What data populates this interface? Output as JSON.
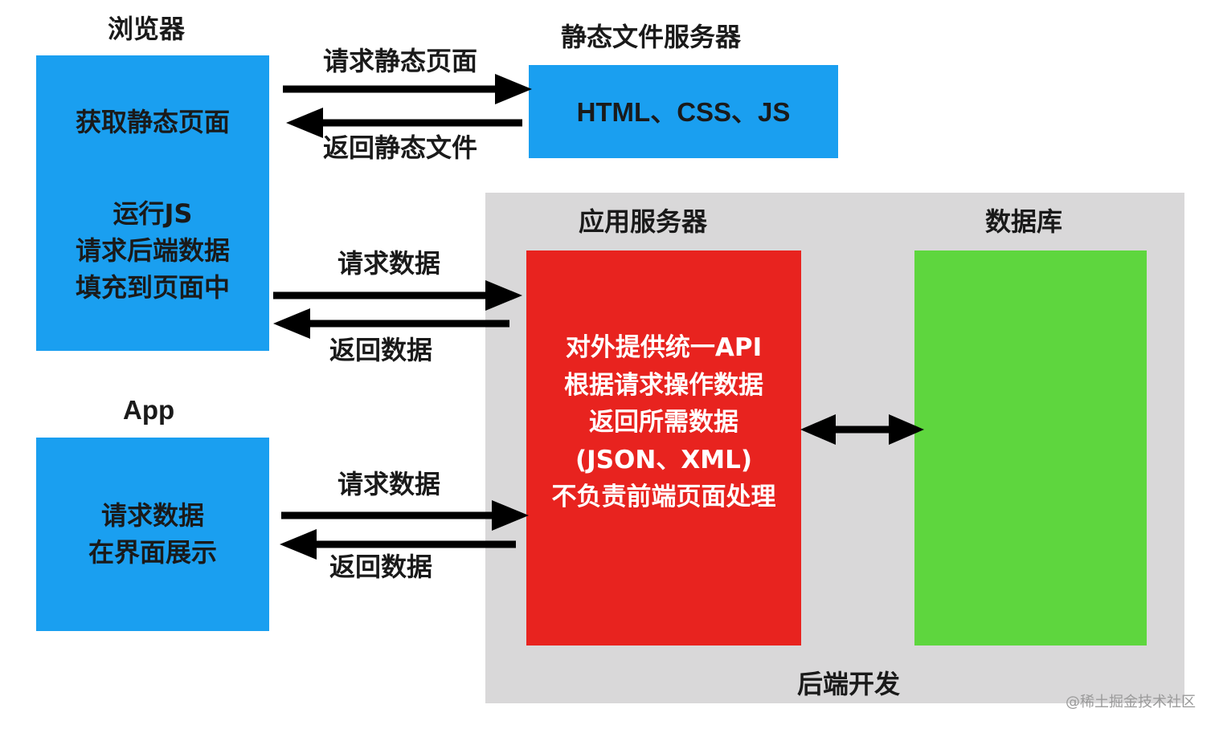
{
  "browser": {
    "title": "浏览器",
    "lines_top": [
      "获取静态页面"
    ],
    "lines_bottom": [
      "运行JS",
      "请求后端数据",
      "填充到页面中"
    ]
  },
  "static_server": {
    "title": "静态文件服务器",
    "content": "HTML、CSS、JS"
  },
  "app": {
    "title": "App",
    "lines": [
      "请求数据",
      "在界面展示"
    ]
  },
  "backend": {
    "group_label": "后端开发",
    "app_server": {
      "title": "应用服务器",
      "lines": [
        "对外提供统一API",
        "根据请求操作数据",
        "返回所需数据",
        "(JSON、XML)",
        "不负责前端页面处理"
      ]
    },
    "database": {
      "title": "数据库"
    }
  },
  "arrows": {
    "request_static": "请求静态页面",
    "return_static": "返回静态文件",
    "browser_request_data": "请求数据",
    "browser_return_data": "返回数据",
    "app_request_data": "请求数据",
    "app_return_data": "返回数据"
  },
  "watermark": "@稀土掘金技术社区",
  "colors": {
    "client_box": "#1a9ff0",
    "app_server_box": "#e8231f",
    "database_box": "#5ed63e",
    "backend_group": "#d9d8d9"
  }
}
